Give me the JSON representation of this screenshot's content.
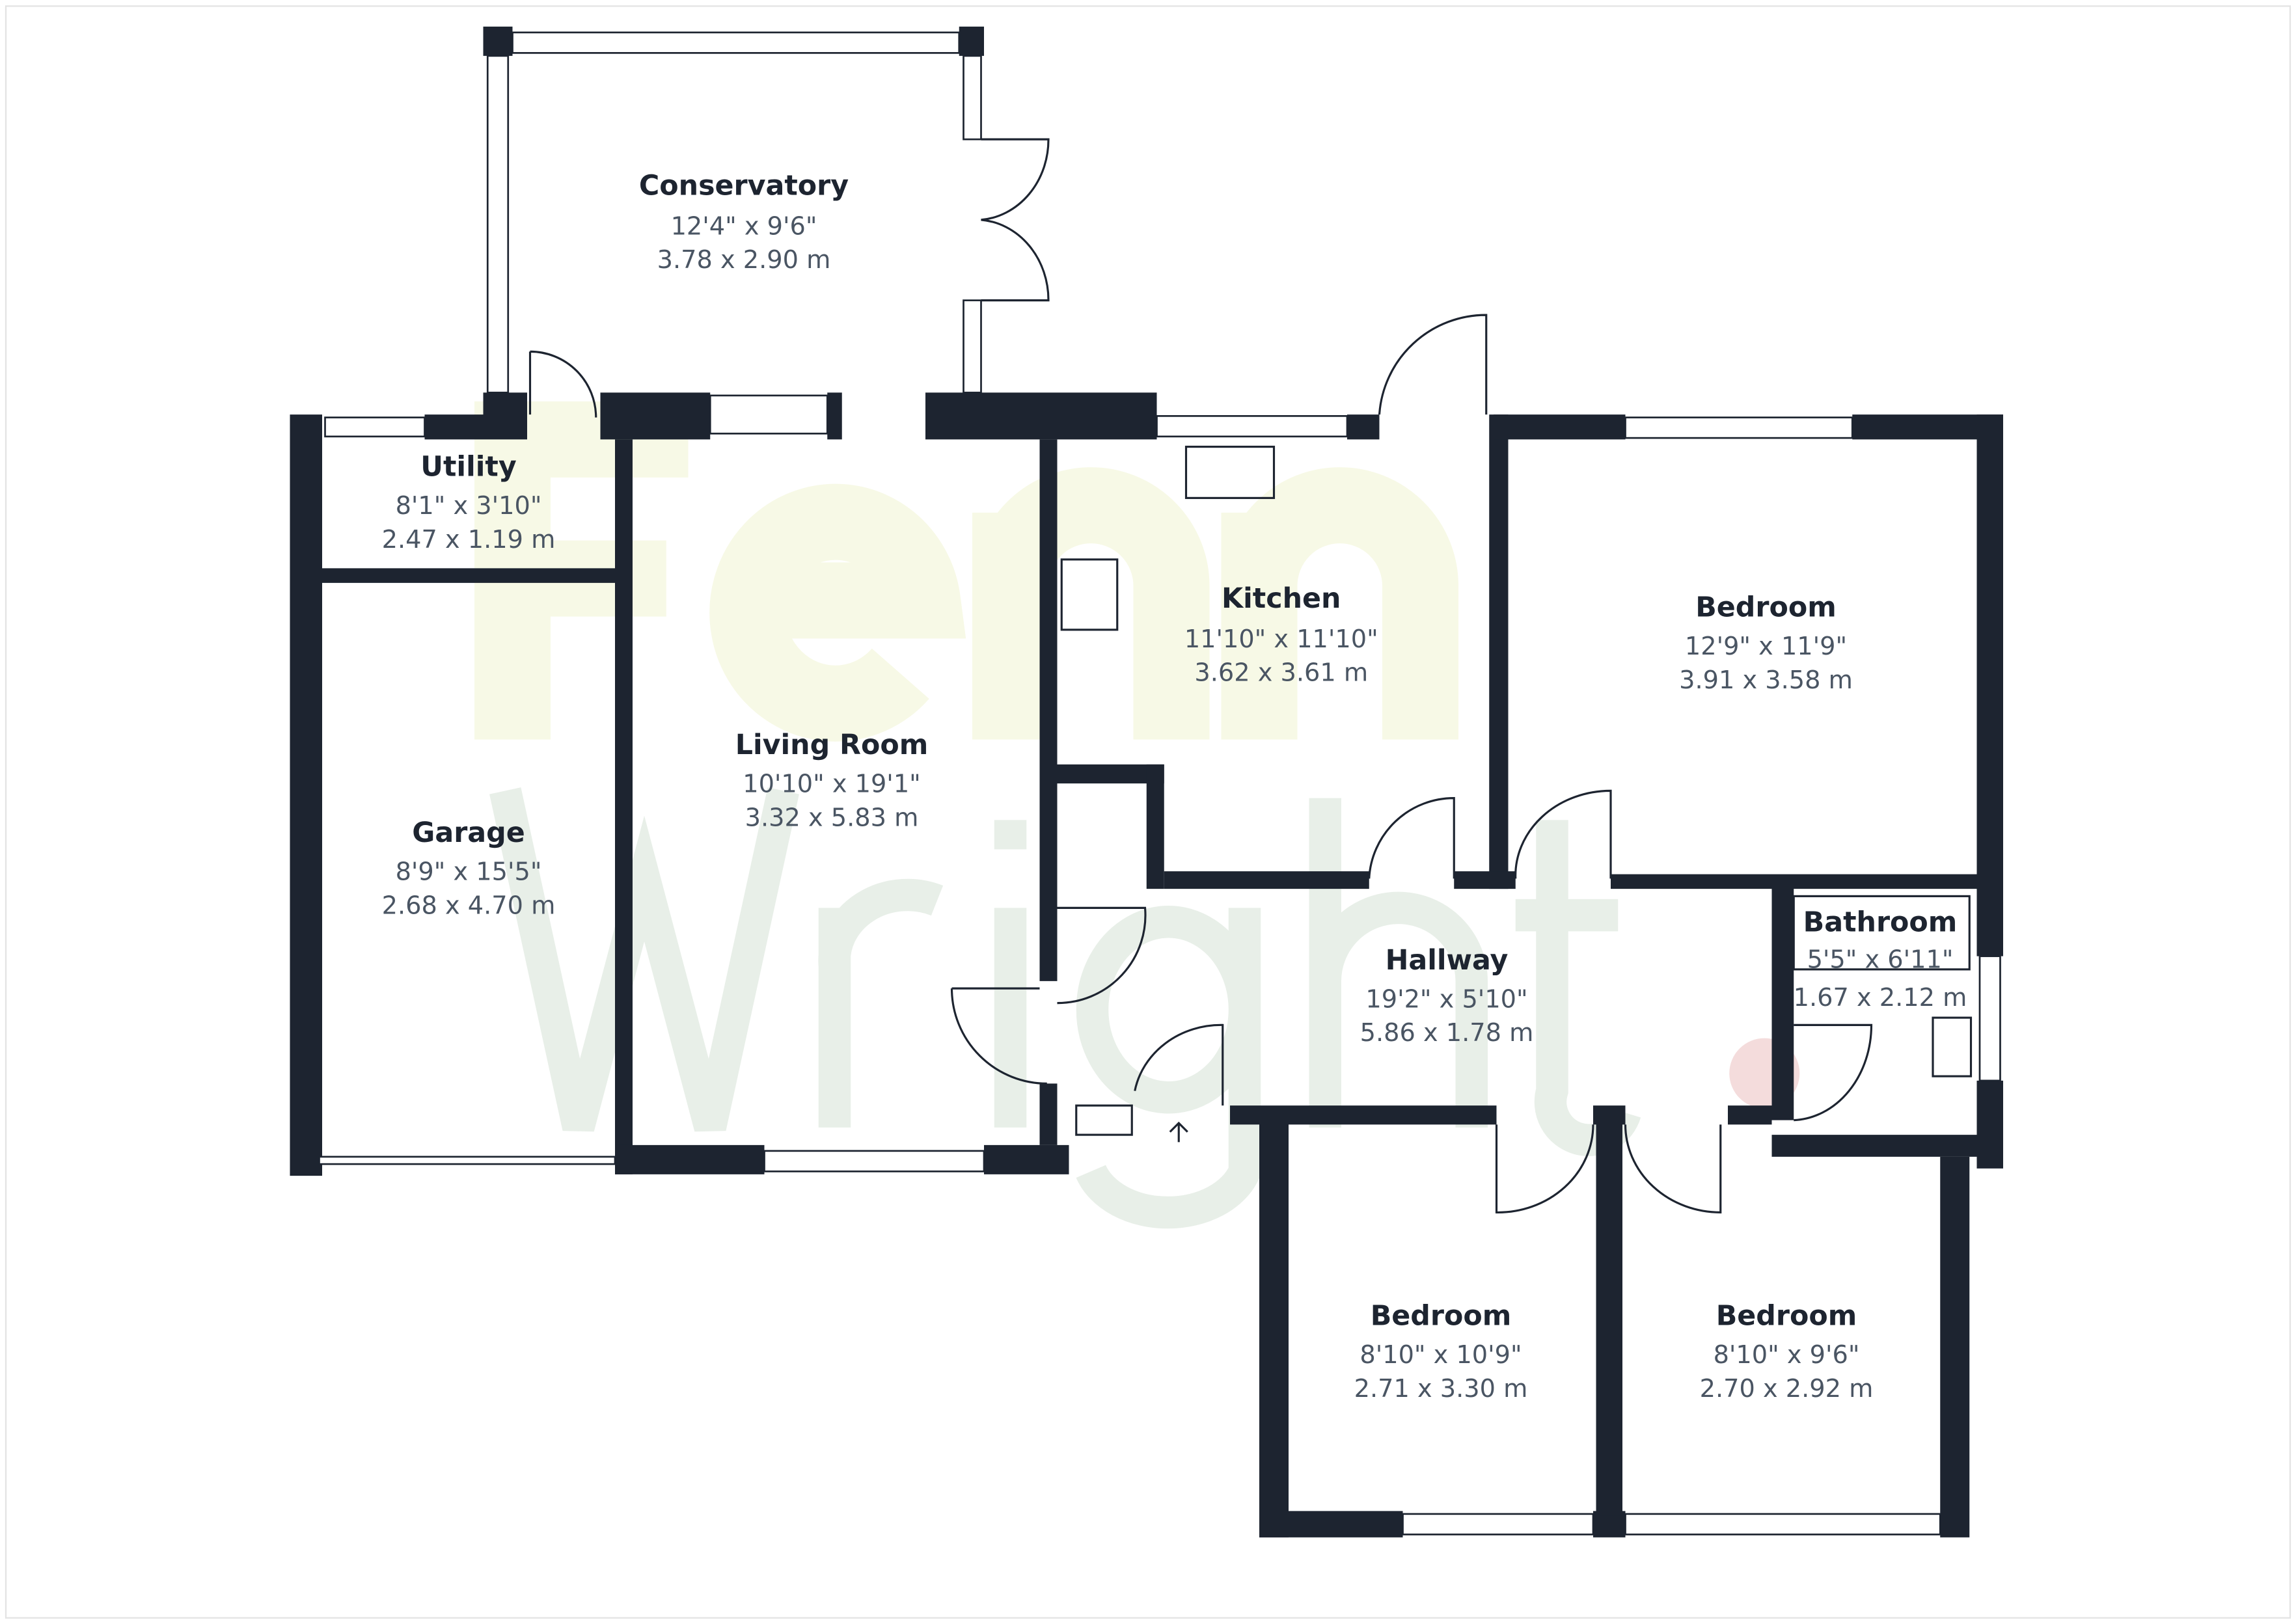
{
  "watermark": {
    "line1": "Fenn",
    "line2": "Wright",
    "logo": "fw"
  },
  "colors": {
    "wall": "#1d2430",
    "label": "#1d2430",
    "dimension": "#4a5563"
  },
  "rooms": [
    {
      "name": "Conservatory",
      "imperial": "12'4\" x 9'6\"",
      "metric": "3.78 x 2.90 m"
    },
    {
      "name": "Utility",
      "imperial": "8'1\" x 3'10\"",
      "metric": "2.47 x 1.19 m"
    },
    {
      "name": "Kitchen",
      "imperial": "11'10\" x 11'10\"",
      "metric": "3.62 x 3.61 m"
    },
    {
      "name": "Bedroom",
      "imperial": "12'9\" x 11'9\"",
      "metric": "3.91 x 3.58 m"
    },
    {
      "name": "Living Room",
      "imperial": "10'10\" x 19'1\"",
      "metric": "3.32 x 5.83 m"
    },
    {
      "name": "Garage",
      "imperial": "8'9\" x 15'5\"",
      "metric": "2.68 x 4.70 m"
    },
    {
      "name": "Bathroom",
      "imperial": "5'5\" x 6'11\"",
      "metric": "1.67 x 2.12 m"
    },
    {
      "name": "Hallway",
      "imperial": "19'2\" x 5'10\"",
      "metric": "5.86 x 1.78 m"
    },
    {
      "name": "Bedroom",
      "imperial": "8'10\" x 10'9\"",
      "metric": "2.71 x 3.30 m"
    },
    {
      "name": "Bedroom",
      "imperial": "8'10\" x 9'6\"",
      "metric": "2.70 x 2.92 m"
    }
  ]
}
